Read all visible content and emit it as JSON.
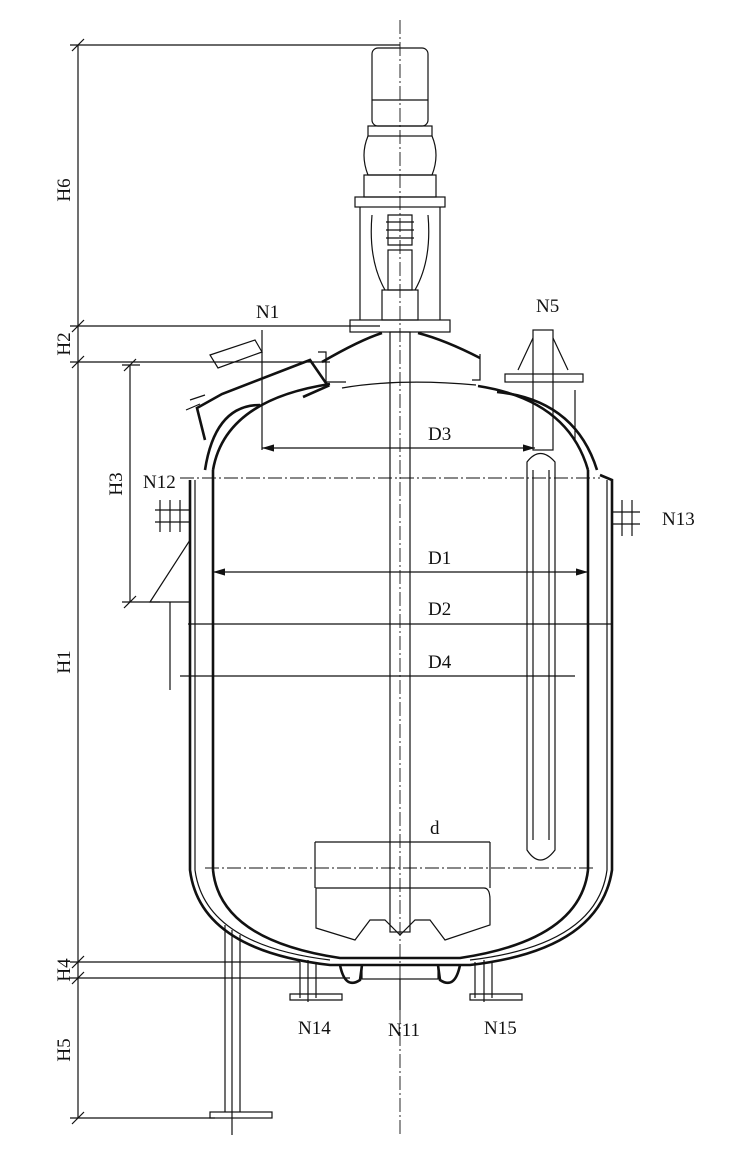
{
  "title": "Glass-lined reactor vessel assembly drawing",
  "dimensions": {
    "heights": [
      "H6",
      "H2",
      "H1",
      "H3",
      "H4",
      "H5"
    ],
    "diameters": {
      "d3": "D3",
      "d1": "D1",
      "d2": "D2",
      "d4": "D4",
      "impeller": "d"
    }
  },
  "nozzles": {
    "n1": "N1",
    "n5": "N5",
    "n12": "N12",
    "n13": "N13",
    "n14": "N14",
    "n11": "N11",
    "n15": "N15"
  },
  "colors": {
    "ink": "#111111",
    "paper": "#ffffff"
  }
}
